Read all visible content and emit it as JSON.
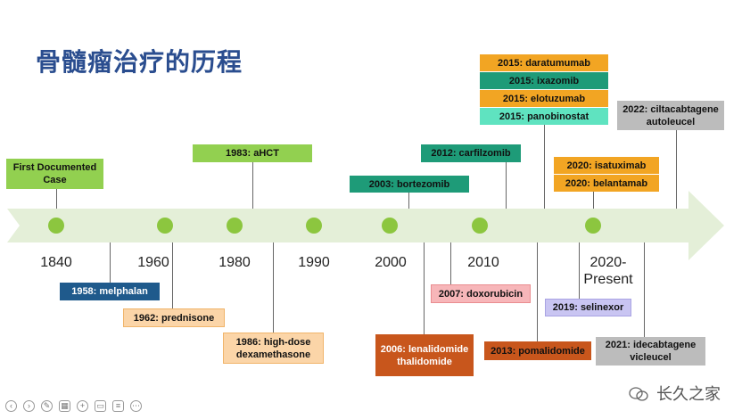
{
  "title": "骨髓瘤治疗的历程",
  "watermark": "长久之家",
  "years": [
    "1840",
    "1960",
    "1980",
    "1990",
    "2000",
    "2010",
    "2020-",
    "Present"
  ],
  "above": {
    "first_case": "First Documented Case",
    "ahct": "1983: aHCT",
    "bortezomib": "2003: bortezomib",
    "carfilzomib": "2012: carfilzomib",
    "daratumumab": "2015: daratumumab",
    "ixazomib": "2015: ixazomib",
    "elotuzumab": "2015: elotuzumab",
    "panobinostat": "2015: panobinostat",
    "isatuximab": "2020: isatuximab",
    "belantamab": "2020: belantamab",
    "ciltacabtagene": "2022: ciltacabtagene autoleucel"
  },
  "below": {
    "melphalan": "1958: melphalan",
    "prednisone": "1962: prednisone",
    "dexamethasone": "1986: high-dose dexamethasone",
    "lenalidomide": "2006: lenalidomide thalidomide",
    "doxorubicin": "2007: doxorubicin",
    "pomalidomide": "2013: pomalidomide",
    "selinexor": "2019: selinexor",
    "idecabtagene": "2021: idecabtagene vicleucel"
  },
  "colors": {
    "title": "#2a4d8f",
    "arrow": "#e4efd8",
    "dot": "#8cc63f",
    "light_green": "#92d050",
    "teal": "#1e9b78",
    "orange": "#f2a523",
    "aqua": "#5fe3c0",
    "gray": "#bcbcbc",
    "navy": "#1f5a8c",
    "peach": "#fbd5a8",
    "rust": "#c8561c",
    "pink": "#f7b6b9",
    "lavender": "#c9c5f2"
  }
}
